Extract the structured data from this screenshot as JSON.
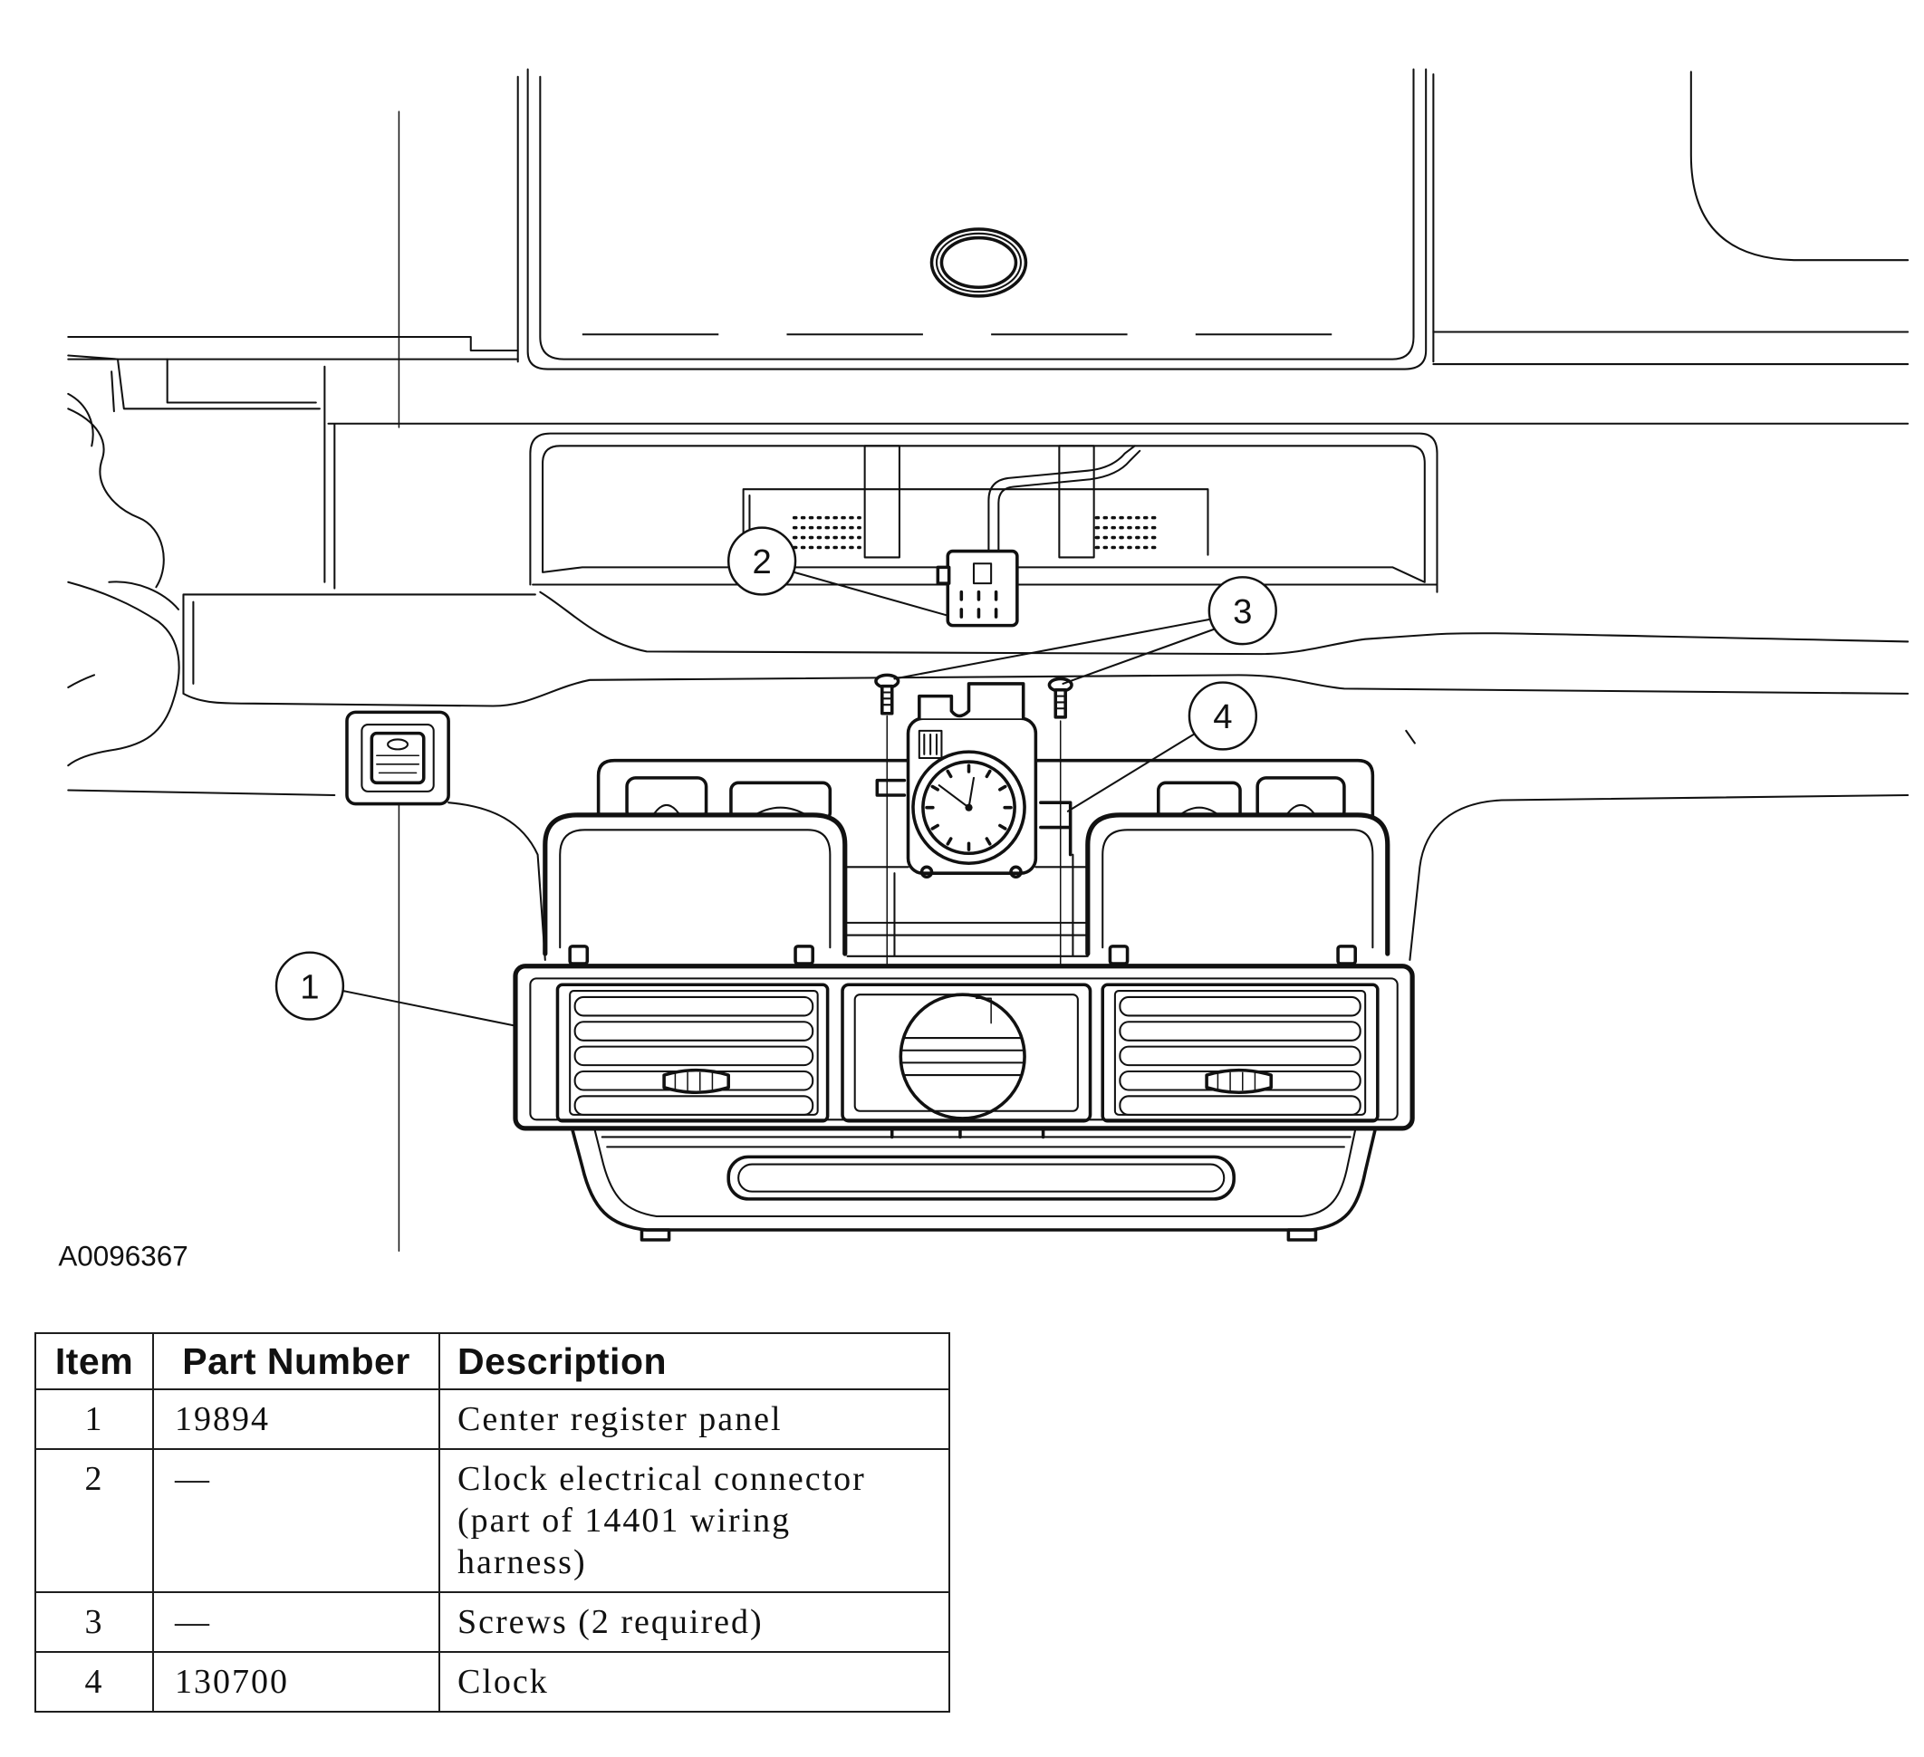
{
  "figure": {
    "id_label": "A0096367",
    "callouts": [
      "1",
      "2",
      "3",
      "4"
    ]
  },
  "parts_table": {
    "headers": [
      "Item",
      "Part Number",
      "Description"
    ],
    "rows": [
      {
        "item": "1",
        "part_number": "19894",
        "description": "Center register panel"
      },
      {
        "item": "2",
        "part_number": "—",
        "description": "Clock electrical connector (part of 14401 wiring harness)"
      },
      {
        "item": "3",
        "part_number": "—",
        "description": "Screws (2 required)"
      },
      {
        "item": "4",
        "part_number": "130700",
        "description": "Clock"
      }
    ]
  }
}
